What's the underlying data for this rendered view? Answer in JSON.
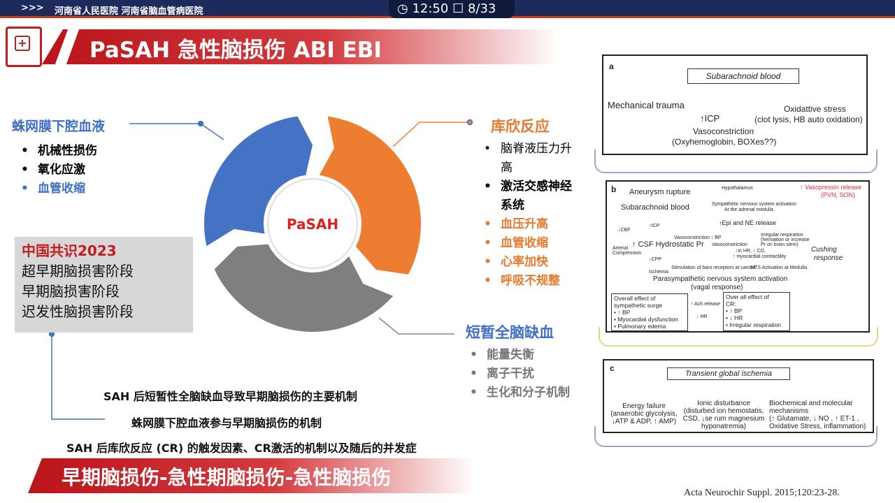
{
  "topbar": {
    "arrows": ">>>",
    "hospital": "河南省人民医院  河南省脑血管病医院",
    "time": "12:50",
    "page": "8/33"
  },
  "title": "PaSAH 急性脑损伤  ABI  EBI",
  "donut_center": "PaSAH",
  "left": {
    "heading": "蛛网膜下腔血液",
    "items": [
      "机械性损伤",
      "氧化应激",
      "血管收缩"
    ]
  },
  "right": {
    "heading": "库欣反应",
    "items": [
      "脑脊液压力升高",
      "激活交感神经系统",
      "血压升高",
      "血管收缩",
      "心率加快",
      "呼吸不规整"
    ]
  },
  "bottom_right": {
    "heading": "短暂全脑缺血",
    "items": [
      "能量失衡",
      "离子干扰",
      "生化和分子机制"
    ]
  },
  "consensus": {
    "title": "中国共识2023",
    "lines": [
      "超早期脑损害阶段",
      "早期脑损害阶段",
      "迟发性脑损害阶段"
    ]
  },
  "captions": [
    "SAH 后短暂性全脑缺血导致早期脑损伤的主要机制",
    "蛛网膜下腔血液参与早期脑损伤的机制",
    "SAH 后库欣反应 (CR) 的触发因素、CR激活的机制以及随后的并发症"
  ],
  "bottom_title": "早期脑损伤-急性期脑损伤-急性脑损伤",
  "panel_a": {
    "label": "a",
    "top": "Subarachnoid blood",
    "mech": "Mechanical trauma",
    "icp": "↑ICP",
    "ox": "Oxidattive stress",
    "ox2": "(clot lysis, HB auto oxidation)",
    "vaso": "Vasoconstriction",
    "vaso2": "(Oxyhemoglobin, BOXes??)"
  },
  "panel_b": {
    "label": "b",
    "rupture": "Aneurysm rupture",
    "sab": "Subarachnoid blood",
    "hypo": "Hypothalamus",
    "vp": "↑ Vasopressin release",
    "vp2": "(PVN, SON)",
    "sns": "Sympathetic nervous system activation",
    "sns2": "At the adrenal medulla",
    "epi": "↑Epi and NE release",
    "cbf": "↓CBF",
    "icp": "↑ICP",
    "csf": "↑ CSF Hydrostatic Pr",
    "vasoc": "Vasoconstriction ↑ BP",
    "vasoc2": "Vasoconstriction",
    "irr": "Irregular respiration",
    "irr2": "(herniation or increase",
    "irr3": "Pr on brain stem)",
    "hr": "↑in HR, ↑ CO,",
    "hr2": "↑ myocardial contractility",
    "art": "Arterial",
    "art2": "Compression",
    "cpp": "↓CPP",
    "isch": "Ischemia",
    "baro": "Stimulation of baro receptors at carotid",
    "nts": "NTS Activation at Medulla",
    "para": "Parasympathetic nervous system activation",
    "para2": "(vagal response)",
    "cushing": "Cushing",
    "cushing2": "response",
    "ach": "↑ Ach release",
    "hrd": "↓ HR",
    "box1": [
      "Overall effect of",
      "sympathetic surge",
      "• ↑ BP",
      "• Myocardial dysfunction",
      "• Pulmonary edema"
    ],
    "box2": [
      "Over all effect of",
      "CR:",
      "• ↑ BP",
      "• ↓ HR",
      "• Irregular respiration"
    ]
  },
  "panel_c": {
    "label": "c",
    "top": "Transient global ischemia",
    "e": [
      "Energy failure",
      "(anaerobic glycolysis,",
      "↓ATP & ADP, ↑ AMP)"
    ],
    "i": [
      "Ionic disturbance",
      "(disturbed ion hemostatis,",
      "CSD, ↓se rum magnesium",
      "hyponatremia)"
    ],
    "b": [
      "Biochemical and molecular",
      "mechanisms",
      "(↑ Glutamate, ↓ NO , ↑ ET-1 ,",
      "Oxidative Stress, inflammation)"
    ]
  },
  "reference": "Acta Neurochir Suppl. 2015;120:23-28.",
  "colors": {
    "blue": "#4472c4",
    "orange": "#ed7d31",
    "gray": "#7f7f7f",
    "red": "#c21d1d"
  }
}
